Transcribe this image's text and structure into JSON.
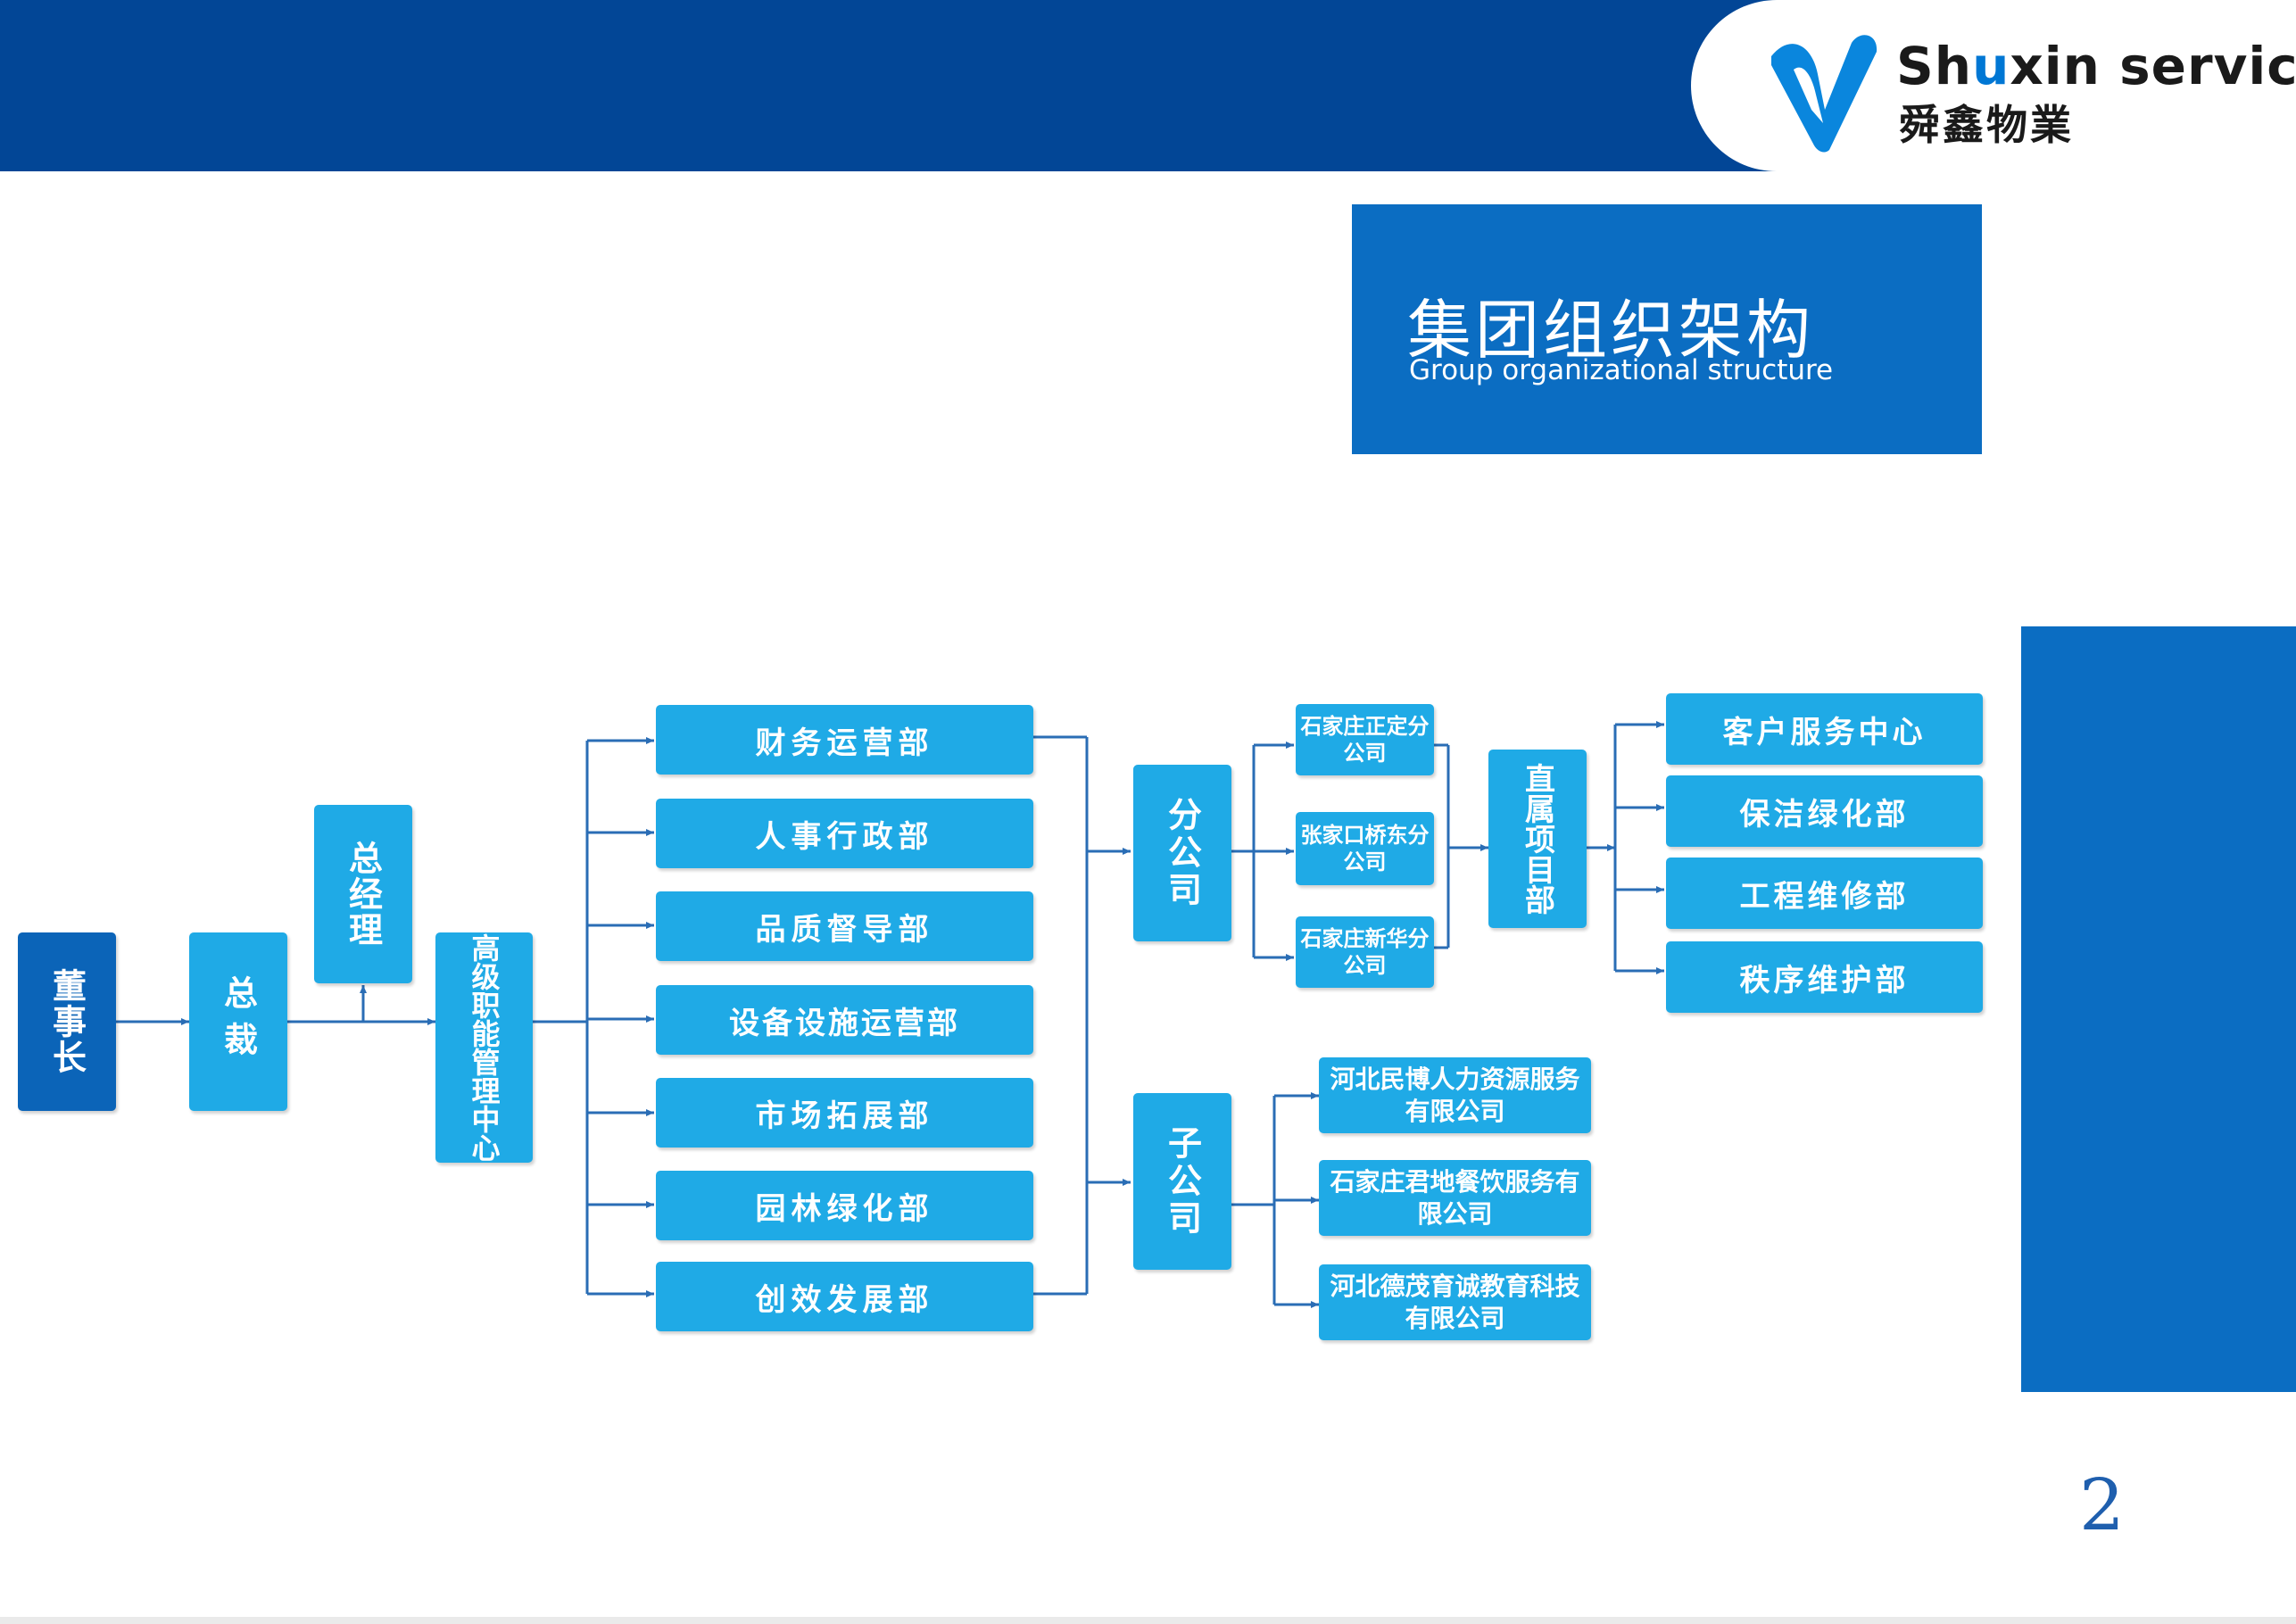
{
  "header": {
    "logo": {
      "brand_en_pre": "Sh",
      "brand_en_mid": "u",
      "brand_en_post": "xin service",
      "brand_cn": "舜鑫物業"
    }
  },
  "title": {
    "cn": "集团组织架构",
    "en": "Group organizational structure"
  },
  "org": {
    "chairman": "董事长",
    "president": "总裁",
    "general_manager": "总经理",
    "center": "高级职能管理中心",
    "departments": [
      "财务运营部",
      "人事行政部",
      "品质督导部",
      "设备设施运营部",
      "市场拓展部",
      "园林绿化部",
      "创效发展部"
    ],
    "branch": "分公司",
    "branch_companies": [
      "石家庄正定分公司",
      "张家口桥东分公司",
      "石家庄新华分公司"
    ],
    "subsidiary": "子公司",
    "subsidiary_companies": [
      "河北民博人力资源服务有限公司",
      "石家庄君地餐饮服务有限公司",
      "河北德茂育诚教育科技有限公司"
    ],
    "direct_projects": "直属项目部",
    "project_units": [
      "客户服务中心",
      "保洁绿化部",
      "工程维修部",
      "秩序维护部"
    ]
  },
  "footer": {
    "page_number": "2"
  },
  "colors": {
    "header": "#024696",
    "accent": "#0b6dc2",
    "node": "#1faae6",
    "node_dark": "#0b64b8",
    "line": "#2a6db5"
  }
}
